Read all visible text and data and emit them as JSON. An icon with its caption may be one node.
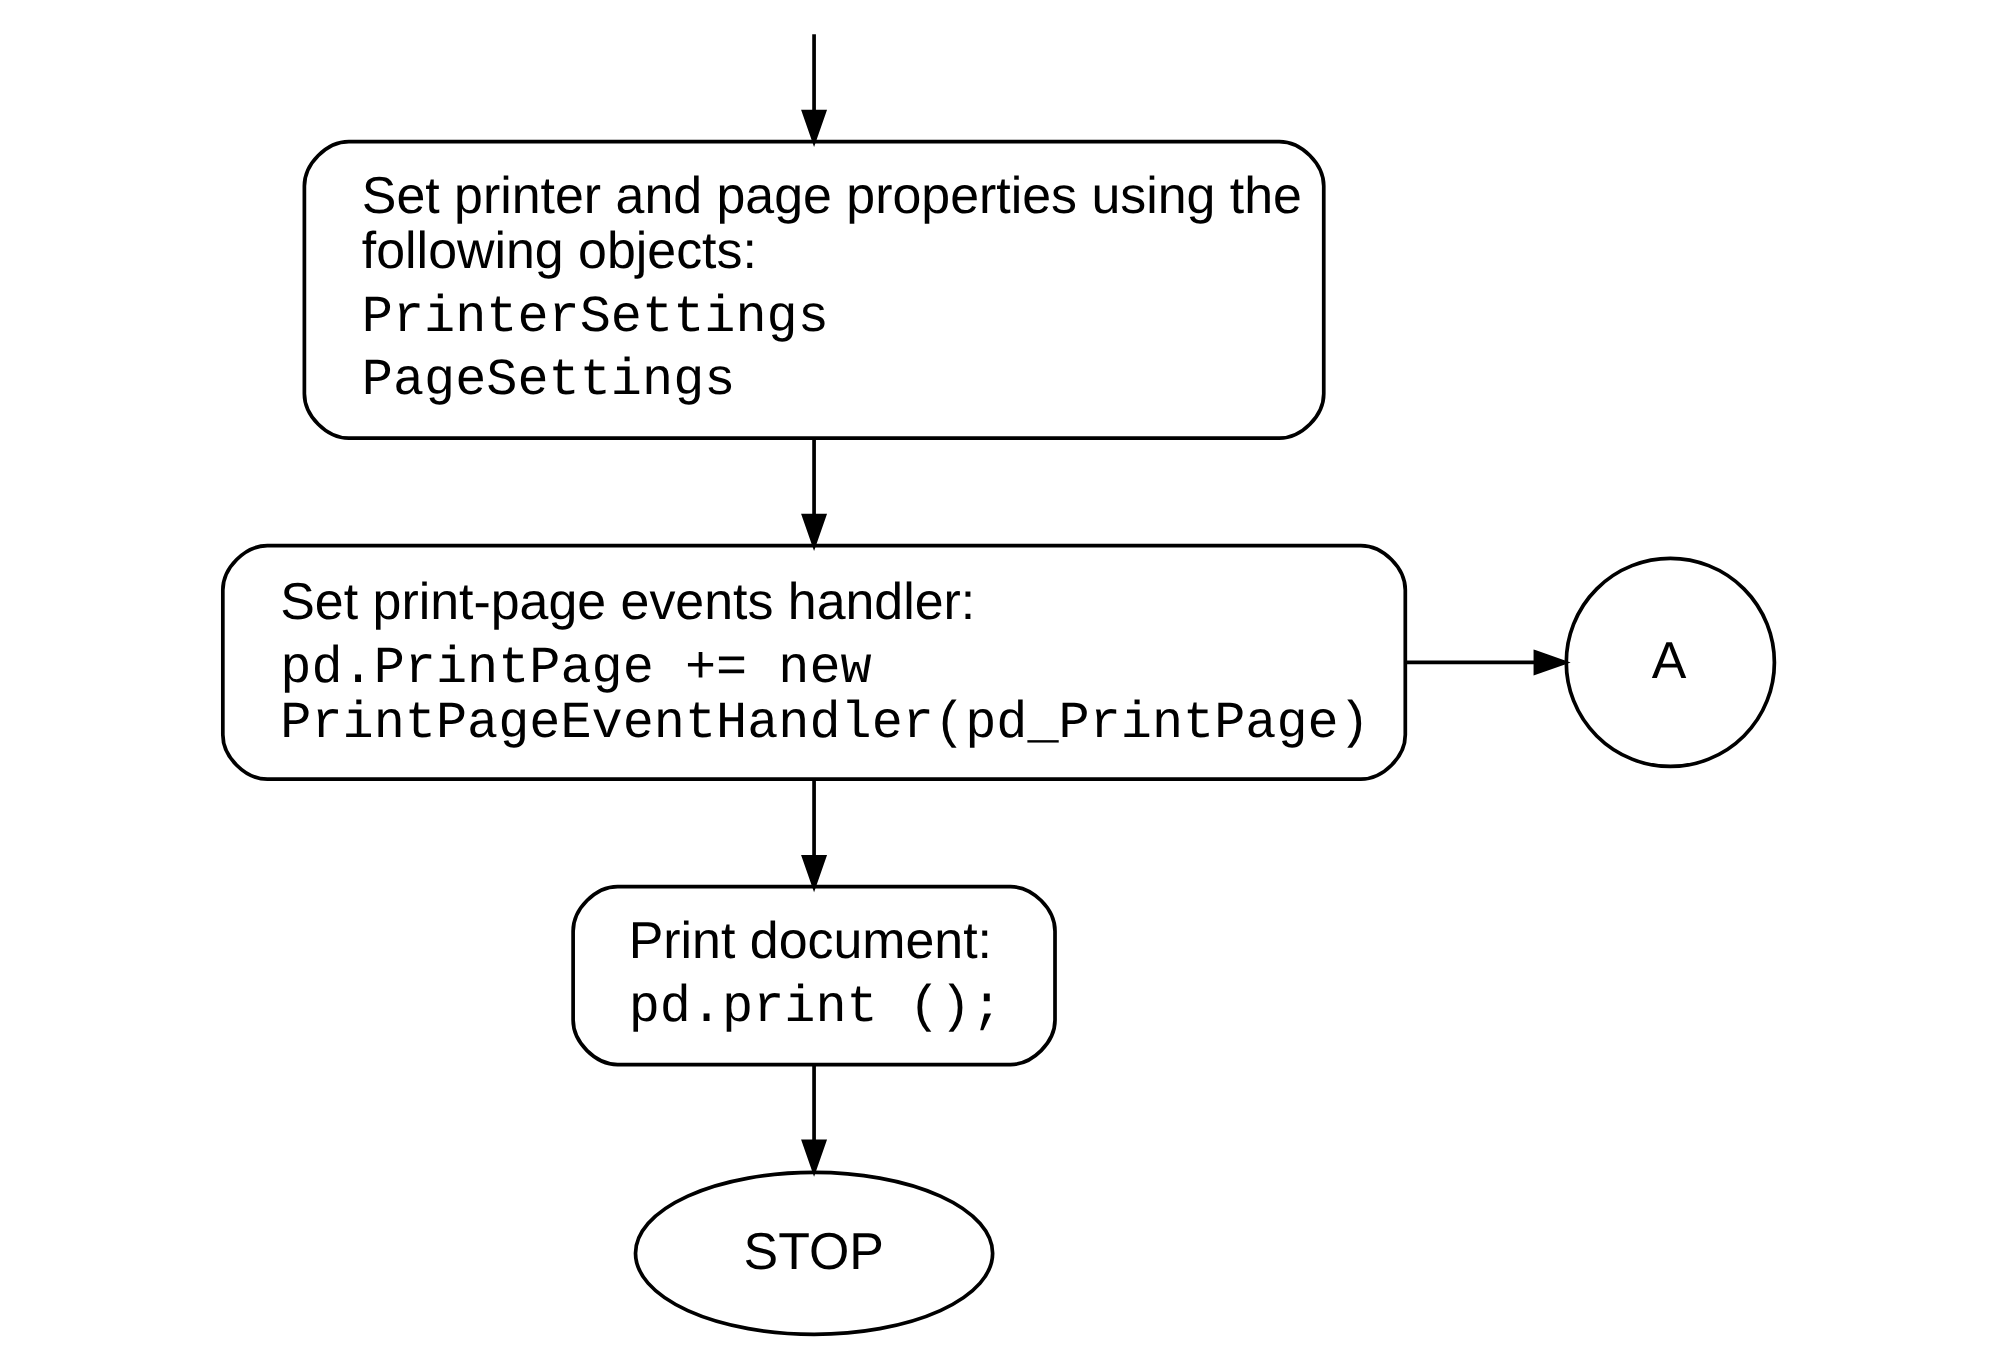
{
  "diagram": {
    "nodes": [
      {
        "text": [
          "Set printer and page properties using the following objects:",
          "PrinterSettings",
          "PageSettings"
        ]
      },
      {
        "text": [
          "Set print-page events handler:",
          "pd.PrintPage += new PrintPageEventHandler(pd_PrintPage)"
        ]
      },
      {
        "text": [
          "A"
        ]
      },
      {
        "text": [
          "Print document:",
          "pd.print ();"
        ]
      },
      {
        "text": [
          "STOP"
        ]
      }
    ],
    "edges": [
      {
        "from": null,
        "to": 0,
        "arrow": "to"
      },
      {
        "from": 0,
        "to": 1,
        "arrow": "to"
      },
      {
        "from": 1,
        "to": 2,
        "arrow": "to"
      },
      {
        "from": 1,
        "to": 3,
        "arrow": "to"
      },
      {
        "from": 3,
        "to": 4,
        "arrow": "to"
      }
    ]
  }
}
